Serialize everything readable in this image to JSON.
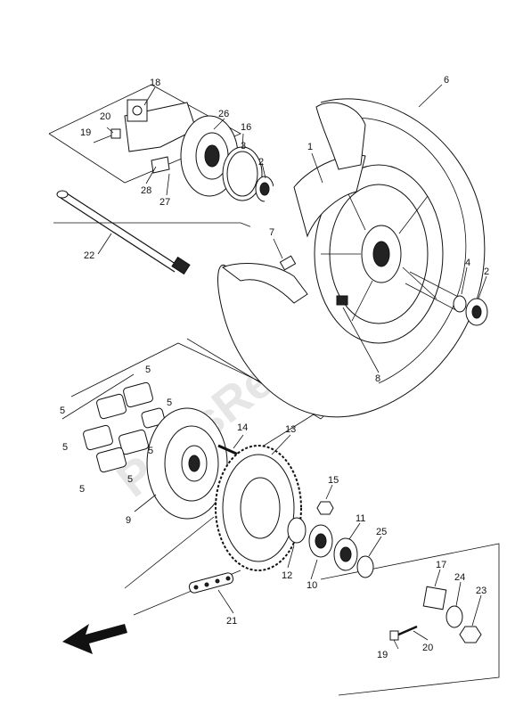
{
  "watermark": "PartsRepublik",
  "callouts": [
    "1",
    "2",
    "2",
    "3",
    "4",
    "5",
    "5",
    "5",
    "5",
    "5",
    "5",
    "5",
    "6",
    "7",
    "8",
    "9",
    "10",
    "11",
    "12",
    "13",
    "14",
    "15",
    "16",
    "17",
    "18",
    "19",
    "19",
    "20",
    "20",
    "21",
    "22",
    "23",
    "24",
    "25",
    "26",
    "27",
    "28"
  ],
  "arrow_icon": "front-direction-arrow-icon"
}
